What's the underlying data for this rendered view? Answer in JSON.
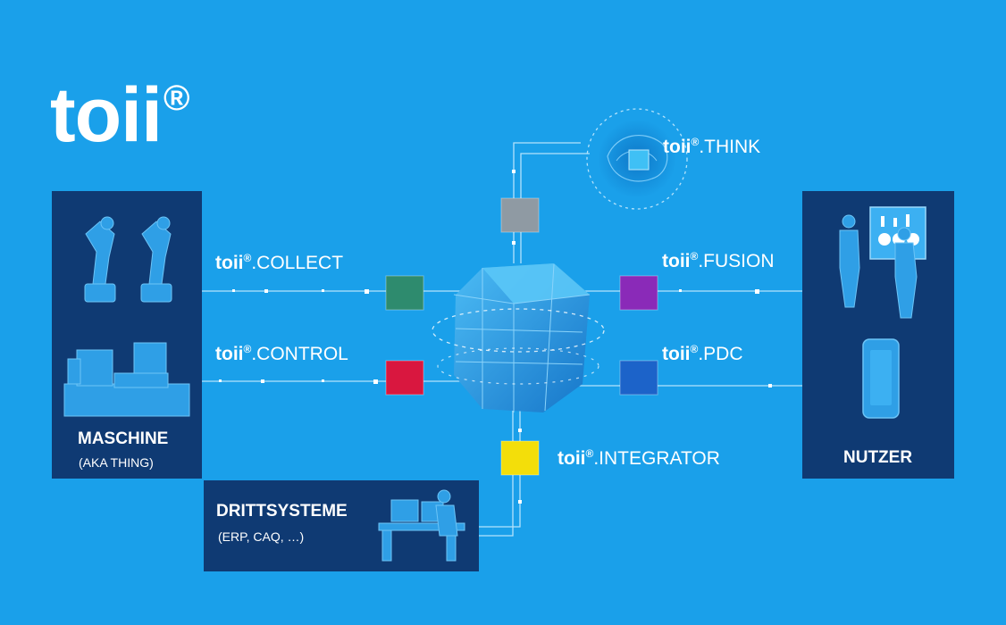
{
  "logo": {
    "name": "toii",
    "mark": "®"
  },
  "colors": {
    "background": "#1aa0ea",
    "panel": "#0f3a73",
    "collect": "#2e8b6e",
    "control": "#d9173f",
    "fusion": "#8a2ab8",
    "pdc": "#1c63c9",
    "integrator": "#f3de0a",
    "think": "#8f9aa3"
  },
  "panels": {
    "maschine": {
      "title": "MASCHINE",
      "subtitle": "(AKA THING)"
    },
    "nutzer": {
      "title": "NUTZER"
    },
    "drittsysteme": {
      "title": "DRITTSYSTEME",
      "subtitle": "(ERP, CAQ, …)"
    }
  },
  "modules": {
    "think": {
      "brand": "toii",
      "mark": "®",
      "name": ".THINK"
    },
    "collect": {
      "brand": "toii",
      "mark": "®",
      "name": ".COLLECT"
    },
    "control": {
      "brand": "toii",
      "mark": "®",
      "name": ".CONTROL"
    },
    "fusion": {
      "brand": "toii",
      "mark": "®",
      "name": ".FUSION"
    },
    "pdc": {
      "brand": "toii",
      "mark": "®",
      "name": ".PDC"
    },
    "integrator": {
      "brand": "toii",
      "mark": "®",
      "name": ".INTEGRATOR"
    }
  },
  "icons": [
    "robot-arm-icon",
    "machine-icon",
    "workstation-icon",
    "users-dashboard-icon",
    "tablet-icon",
    "brain-icon",
    "core-cube-icon"
  ]
}
